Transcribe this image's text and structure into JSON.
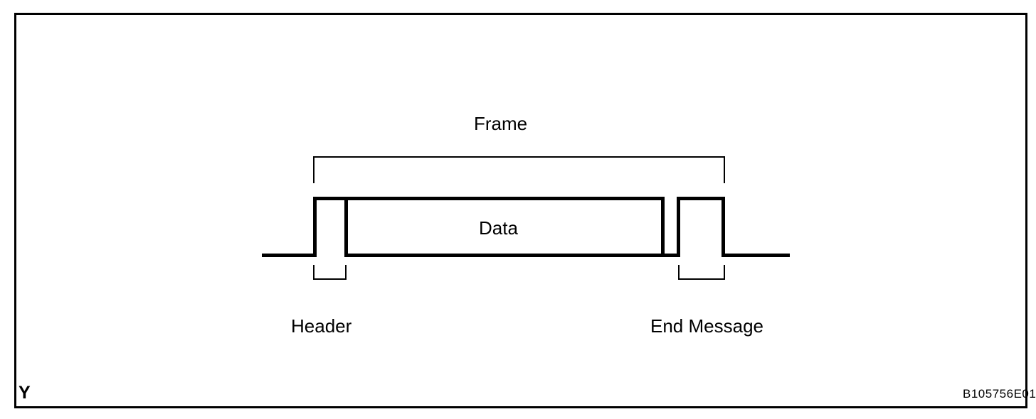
{
  "diagram": {
    "labels": {
      "frame": "Frame",
      "data": "Data",
      "header": "Header",
      "end_message": "End Message"
    },
    "footer": {
      "corner_mark": "Y",
      "figure_code": "B105756E01"
    },
    "colors": {
      "line": "#000000",
      "background": "#ffffff"
    }
  }
}
